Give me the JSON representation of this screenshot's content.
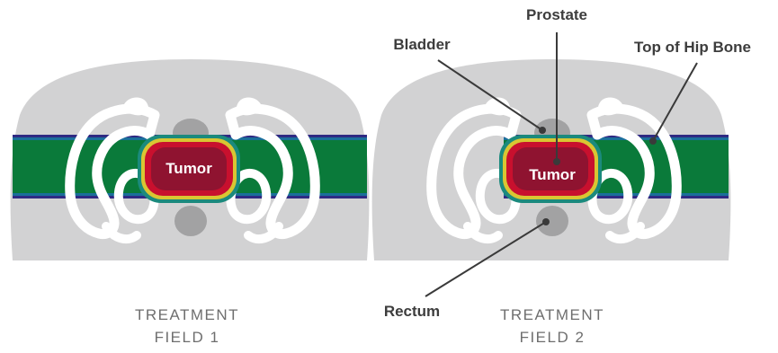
{
  "labels": {
    "prostate": "Prostate",
    "bladder": "Bladder",
    "hip_bone": "Top of Hip Bone",
    "rectum": "Rectum"
  },
  "panels": [
    {
      "tumor": "Tumor",
      "caption_line1": "TREATMENT",
      "caption_line2": "FIELD 1"
    },
    {
      "tumor": "Tumor",
      "caption_line1": "TREATMENT",
      "caption_line2": "FIELD 2"
    }
  ],
  "colors": {
    "body": "#d2d2d3",
    "organ": "#a2a2a3",
    "bone": "#ffffff",
    "beam_outer": "#2f2a83",
    "beam_mid": "#1a6f9a",
    "beam_green": "#0a7a3a",
    "dose_yellow": "#d9c632",
    "dose_teal": "#1b8a7d",
    "dose_red": "#c8102e",
    "dose_core": "#8f1330",
    "label_text": "#3d3d3d",
    "caption_text": "#6e6e6e",
    "leader": "#3a3a3a"
  }
}
